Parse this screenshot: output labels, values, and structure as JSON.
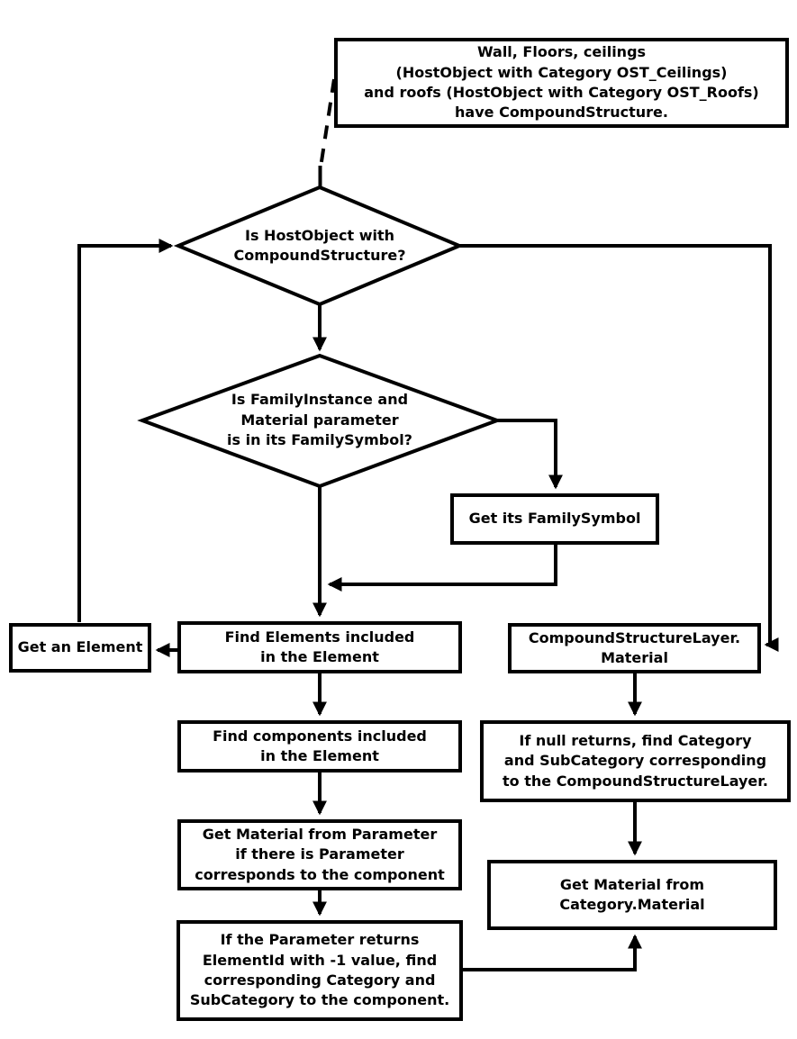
{
  "colors": {
    "ink": "#000000",
    "paper": "#ffffff"
  },
  "nodes": {
    "note": "Wall, Floors, ceilings\n(HostObject with Category OST_Ceilings)\nand roofs (HostObject with Category OST_Roofs)\nhave CompoundStructure.",
    "decision_hostobject": "Is HostObject with\nCompoundStructure?",
    "decision_familyinstance": "Is FamilyInstance and\nMaterial parameter\nis in its FamilySymbol?",
    "get_family_symbol": "Get its FamilySymbol",
    "get_an_element": "Get an Element",
    "find_elements": "Find Elements included\nin the Element",
    "compound_structure_layer": "CompoundStructureLayer.\nMaterial",
    "find_components": "Find components included\nin the Element",
    "if_null_returns": "If null returns, find Category\nand SubCategory corresponding\nto the CompoundStructureLayer.",
    "get_material_from_parameter": "Get Material from Parameter\nif there is Parameter\ncorresponds to the component",
    "get_material_from_category": "Get Material from\nCategory.Material",
    "if_parameter_returns": "If the Parameter returns\nElementId with -1 value, find\ncorresponding Category and\nSubCategory to the component."
  }
}
